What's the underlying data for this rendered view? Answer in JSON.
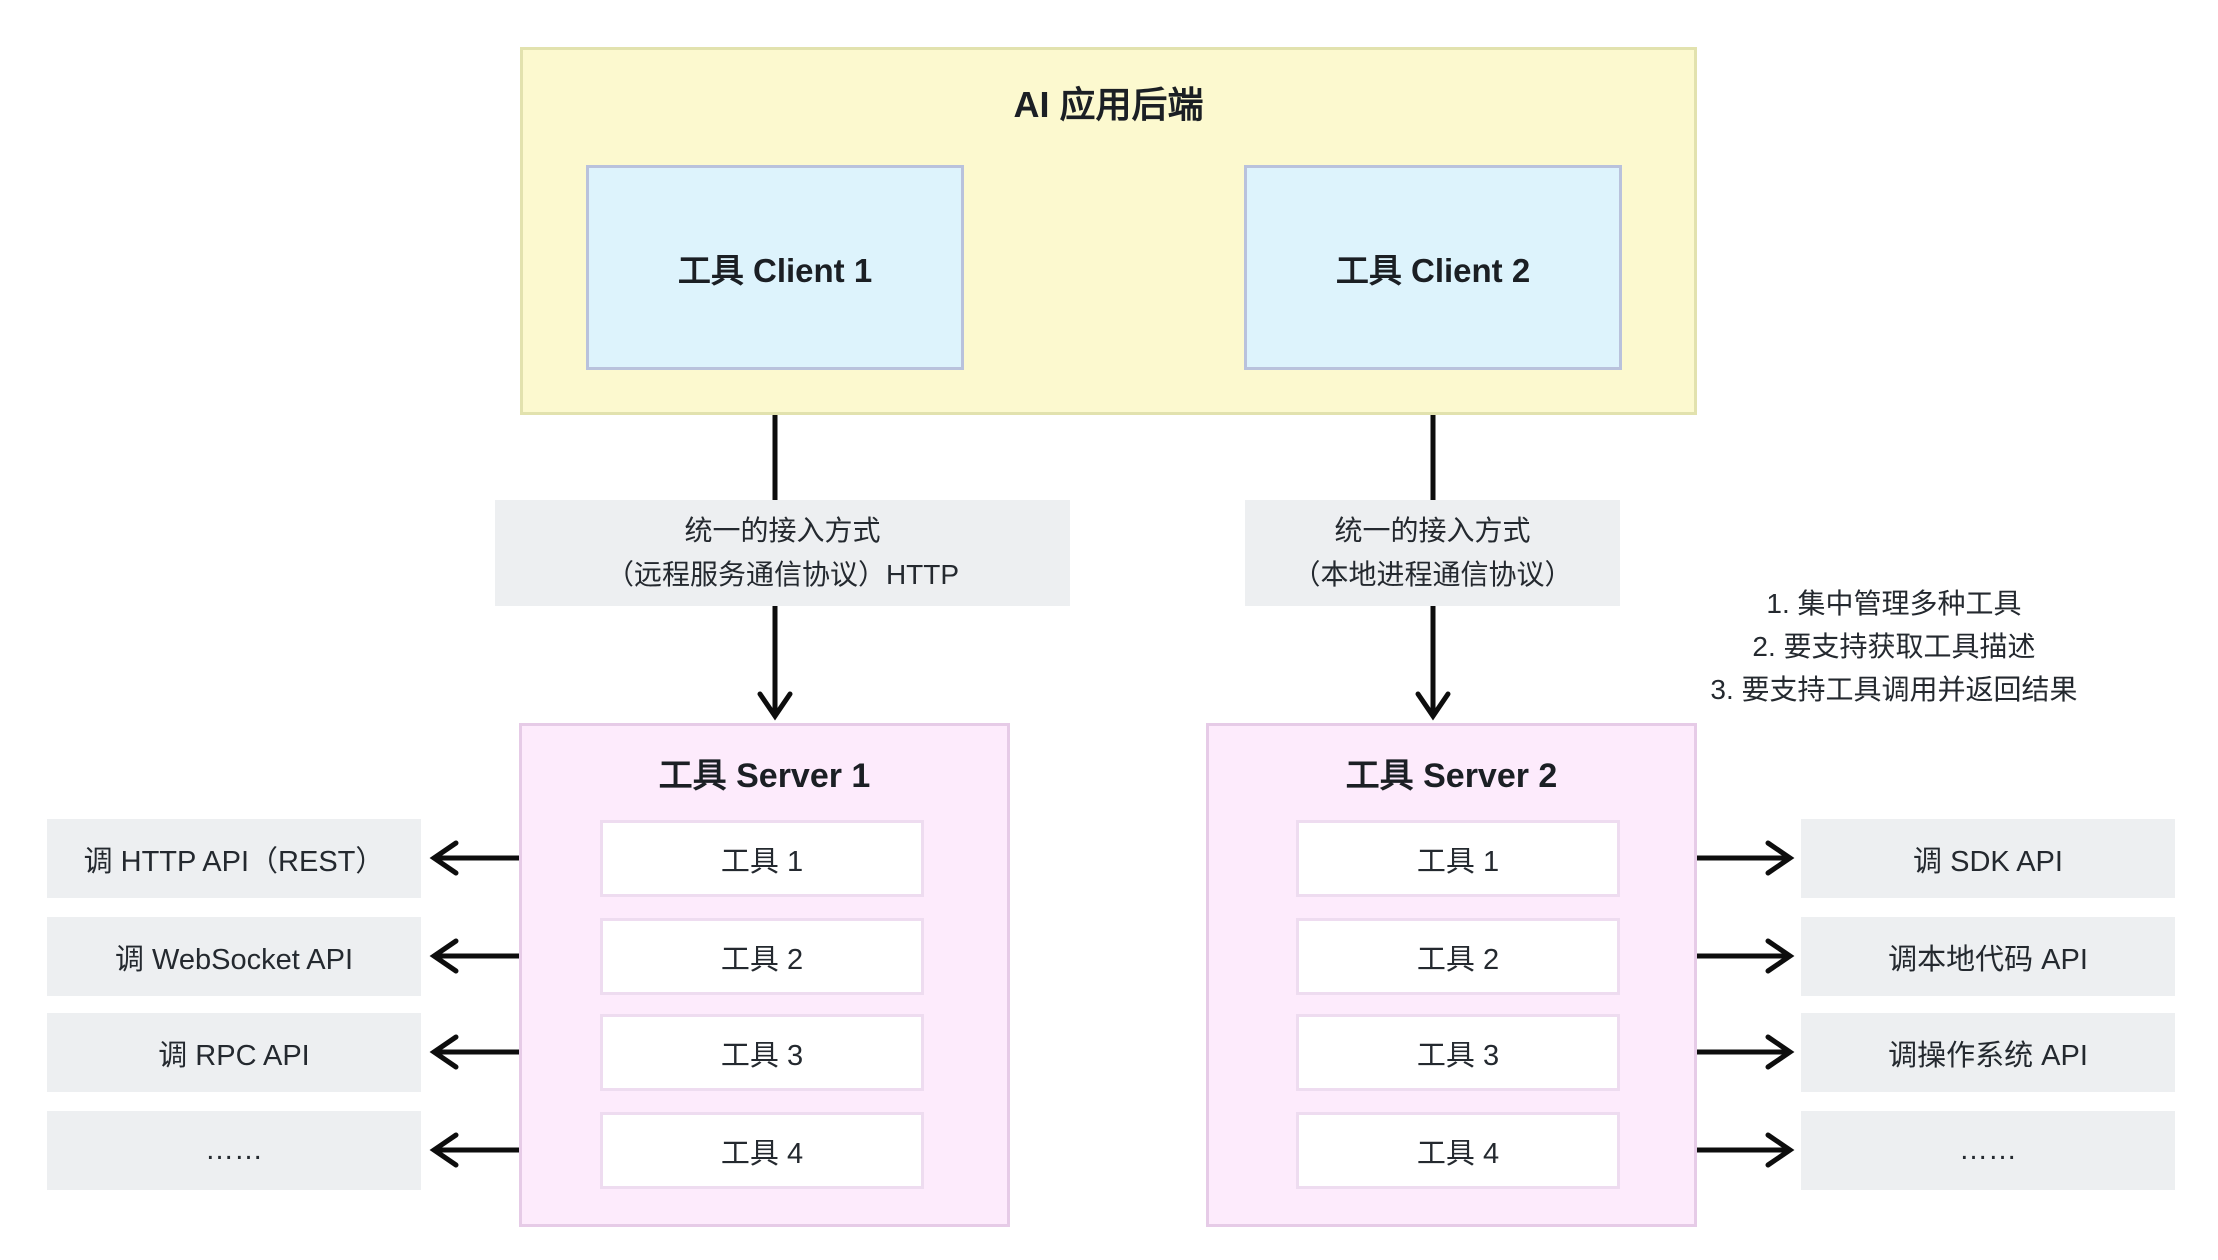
{
  "backend": {
    "title": "AI 应用后端"
  },
  "clients": [
    {
      "label": "工具 Client 1"
    },
    {
      "label": "工具 Client 2"
    }
  ],
  "connectors": [
    {
      "line1": "统一的接入方式",
      "line2": "（远程服务通信协议）HTTP"
    },
    {
      "line1": "统一的接入方式",
      "line2": "（本地进程通信协议）"
    }
  ],
  "notes": {
    "items": [
      "1. 集中管理多种工具",
      "2. 要支持获取工具描述",
      "3. 要支持工具调用并返回结果"
    ]
  },
  "servers": [
    {
      "title": "工具 Server 1",
      "tools": [
        "工具 1",
        "工具 2",
        "工具 3",
        "工具 4"
      ]
    },
    {
      "title": "工具 Server 2",
      "tools": [
        "工具 1",
        "工具 2",
        "工具 3",
        "工具 4"
      ]
    }
  ],
  "left_apis": [
    "调 HTTP API（REST）",
    "调 WebSocket API",
    "调 RPC API",
    "……"
  ],
  "right_apis": [
    "调 SDK API",
    "调本地代码 API",
    "调操作系统 API",
    "……"
  ],
  "colors": {
    "backend_fill": "#fcf9cf",
    "backend_border": "#e2e2ae",
    "client_fill": "#ddf3fc",
    "client_border": "#b9c2dc",
    "server_fill": "#fdebfc",
    "server_border": "#e6cbe7",
    "tool_fill": "#ffffff",
    "tool_border": "#eedcf0",
    "label_fill": "#edeff1",
    "text": "#24292f",
    "arrow": "#0d0d0d"
  }
}
